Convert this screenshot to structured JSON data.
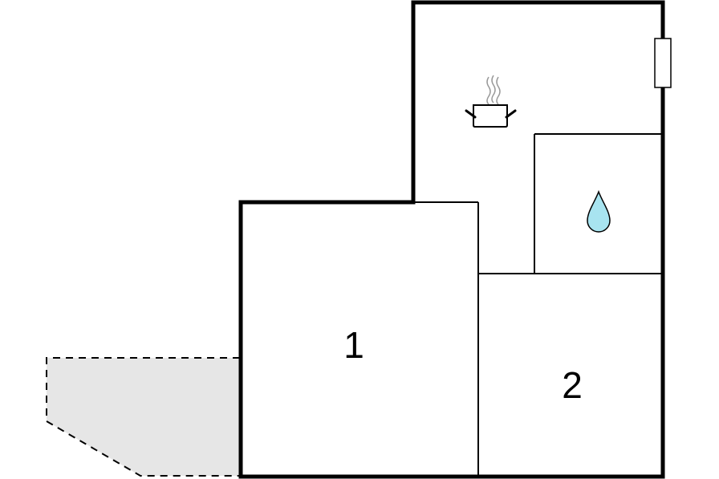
{
  "floor_plan": {
    "rooms": [
      {
        "label": "1"
      },
      {
        "label": "2"
      }
    ],
    "kitchen_icon": "cooking-pot-icon",
    "bathroom_icon": "water-drop-icon",
    "window_icon": "window-icon",
    "terrace": "outdoor-terrace-dashed-area"
  },
  "colors": {
    "wall": "#000000",
    "terrace_fill": "#e6e6e6",
    "water_drop": "#a8e4f0",
    "steam": "#999999"
  }
}
